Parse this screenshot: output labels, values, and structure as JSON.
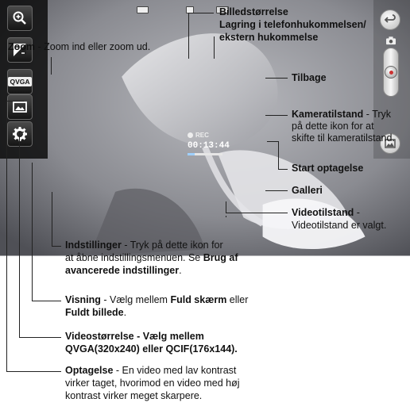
{
  "zoom": {
    "title": "Zoom",
    "desc": " - Zoom ind eller zoom ud."
  },
  "image_size": {
    "title": "Billedstørrelse"
  },
  "storage": {
    "line1": "Lagring i telefonhukommelsen/",
    "line2": "ekstern hukommelse"
  },
  "back": {
    "title": "Tilbage"
  },
  "camera_mode": {
    "title": "Kameratilstand",
    "line1_rest": " - Tryk",
    "line2": "på dette ikon for at",
    "line3": "skifte til kameratilstand."
  },
  "start_recording": {
    "title": "Start optagelse"
  },
  "gallery": {
    "title": "Galleri"
  },
  "video_mode": {
    "title": "Videotilstand",
    "line1_rest": " -",
    "line2": "Videotilstand er valgt."
  },
  "settings": {
    "title": "Indstillinger",
    "line1_rest": " - Tryk på dette ikon for",
    "line2_a": "at åbne indstillingsmenuen. Se ",
    "line2_b": "Brug af",
    "line3": "avancerede indstillinger",
    "line3_rest": "."
  },
  "view": {
    "title": "Visning",
    "line1_a": " - Vælg mellem ",
    "line1_b": "Fuld skærm",
    "line1_c": " eller",
    "line2": "Fuldt billede",
    "line2_rest": "."
  },
  "video_size": {
    "line1": "Videostørrelse - Vælg mellem",
    "line2": "QVGA(320x240) eller QCIF(176x144)."
  },
  "recording": {
    "title": "Optagelse",
    "line1_rest": " - En video med lav kontrast",
    "line2": "virker taget, hvorimod en video med høj",
    "line3": "kontrast virker meget skarpere."
  },
  "screen": {
    "qvga_label": "QVGA",
    "rec_label": "REC",
    "timer": "00:13:44",
    "timer_progress": 0.2
  },
  "icons": {
    "zoom": "zoom-in-icon",
    "brightness": "brightness-icon",
    "view": "view-mode-icon",
    "settings": "gear-icon",
    "back": "back-arrow-icon",
    "camera": "camera-icon",
    "record": "record-button-icon",
    "gallery": "gallery-icon"
  }
}
